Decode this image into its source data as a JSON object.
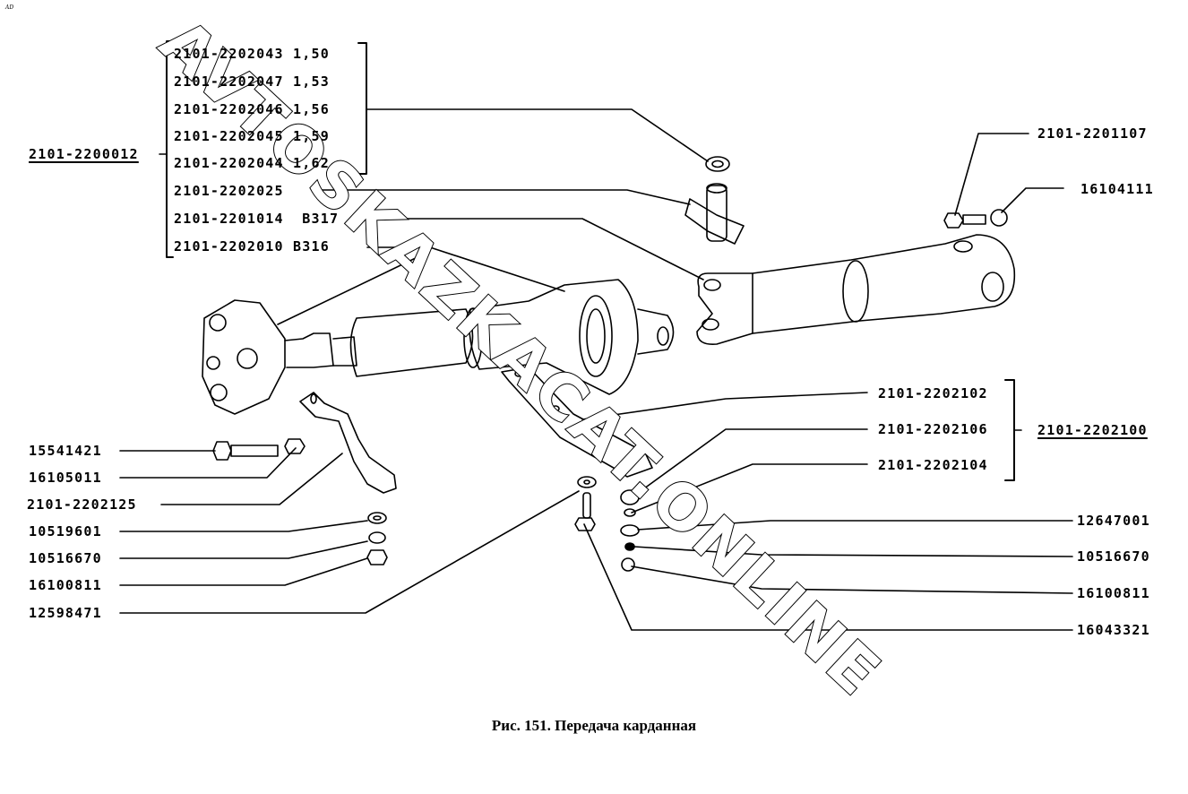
{
  "corner_mark": "AD",
  "watermark": "AVTOSKAZKACAT.ONLINE",
  "caption": "Рис. 151. Передача карданная",
  "assembly_left": {
    "label": "2101-2200012",
    "items": [
      {
        "part": "2101-2202043",
        "note": "1,50"
      },
      {
        "part": "2101-2202047",
        "note": "1,53"
      },
      {
        "part": "2101-2202046",
        "note": "1,56"
      },
      {
        "part": "2101-2202045",
        "note": "1,59"
      },
      {
        "part": "2101-2202044",
        "note": "1,62"
      },
      {
        "part": "2101-2202025",
        "note": ""
      },
      {
        "part": "2101-2201014",
        "note": "B317"
      },
      {
        "part": "2101-2202010",
        "note": "B316"
      }
    ]
  },
  "assembly_right": {
    "label": "2101-2202100",
    "items": [
      "2101-2202102",
      "2101-2202106",
      "2101-2202104"
    ]
  },
  "callouts_top_right": [
    "2101-2201107",
    "16104111"
  ],
  "callouts_left": [
    "15541421",
    "16105011",
    "2101-2202125",
    "10519601",
    "10516670",
    "16100811",
    "12598471"
  ],
  "callouts_right": [
    "12647001",
    "10516670",
    "16100811",
    "16043321"
  ]
}
